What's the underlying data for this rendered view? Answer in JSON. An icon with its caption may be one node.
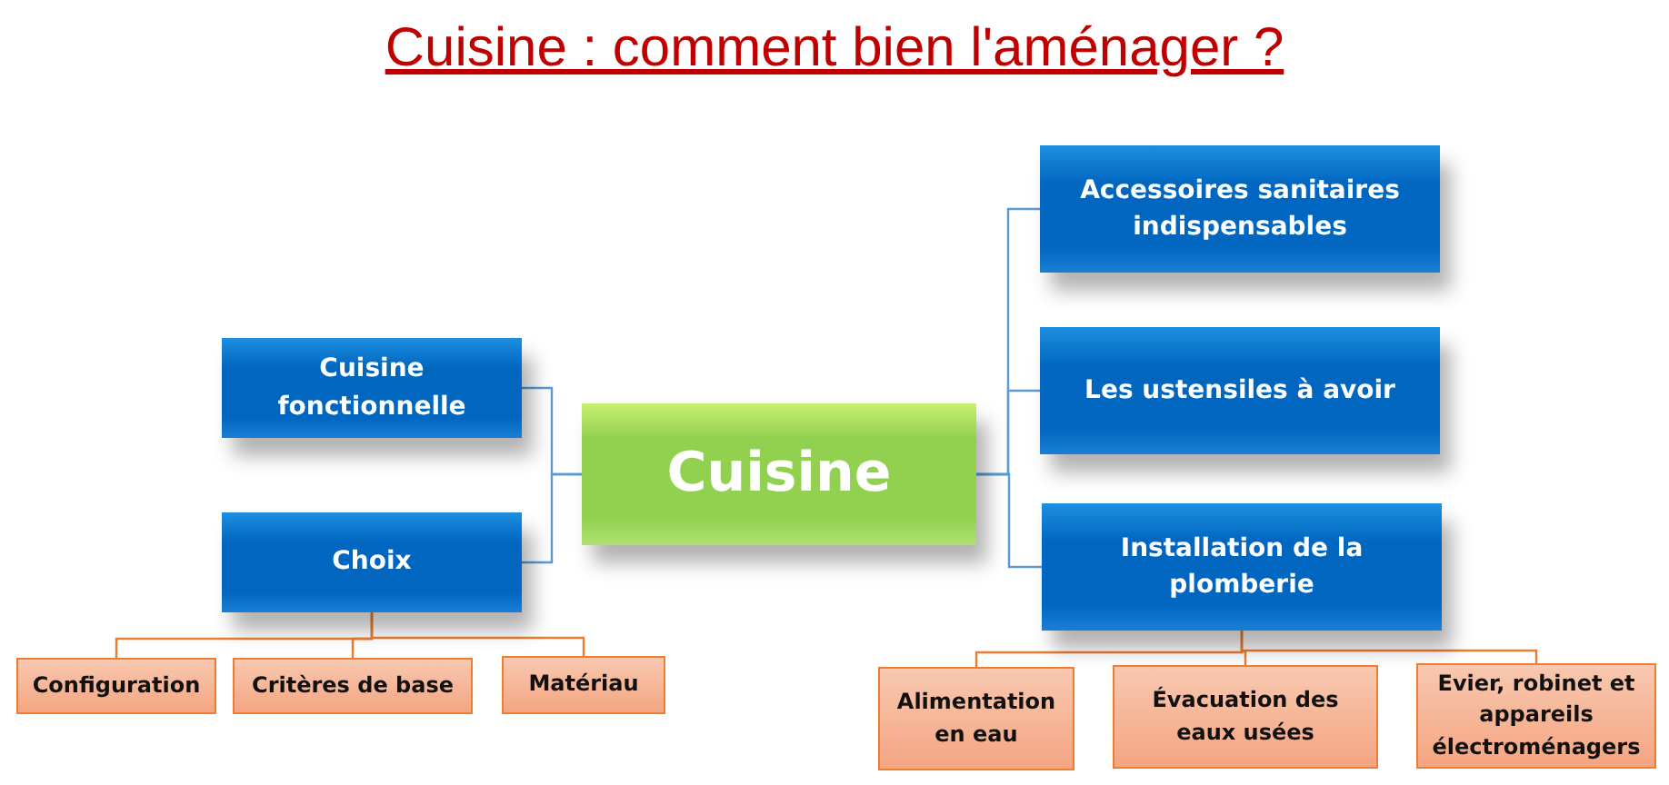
{
  "diagram": {
    "title": "Cuisine : comment bien l'aménager ?",
    "nodes": [
      {
        "text": [
          "Cuisine"
        ]
      },
      {
        "text": [
          "Cuisine fonctionnelle"
        ]
      },
      {
        "text": [
          "Choix"
        ]
      },
      {
        "text": [
          "Configuration"
        ]
      },
      {
        "text": [
          "Critères de base"
        ]
      },
      {
        "text": [
          "Matériau"
        ]
      },
      {
        "text": [
          "Accessoires sanitaires indispensables"
        ]
      },
      {
        "text": [
          "Les ustensiles à avoir"
        ]
      },
      {
        "text": [
          "Installation de la plomberie"
        ]
      },
      {
        "text": [
          "Alimentation en eau"
        ]
      },
      {
        "text": [
          "Évacuation des eaux usées"
        ]
      },
      {
        "text": [
          "Evier, robinet et appareils électroménagers"
        ]
      }
    ],
    "edges": [
      {
        "from": 0,
        "to": 1,
        "arrow": "none",
        "color": "#5b9bd5"
      },
      {
        "from": 0,
        "to": 2,
        "arrow": "none",
        "color": "#5b9bd5"
      },
      {
        "from": 2,
        "to": 3,
        "arrow": "none"
      },
      {
        "from": 2,
        "to": 4,
        "arrow": "none"
      },
      {
        "from": 2,
        "to": 5,
        "arrow": "none"
      },
      {
        "from": 0,
        "to": 6,
        "arrow": "none",
        "color": "#5b9bd5"
      },
      {
        "from": 0,
        "to": 7,
        "arrow": "none",
        "color": "#5b9bd5"
      },
      {
        "from": 0,
        "to": 8,
        "arrow": "none",
        "color": "#5b9bd5"
      },
      {
        "from": 8,
        "to": 9,
        "arrow": "none"
      },
      {
        "from": 8,
        "to": 10,
        "arrow": "none"
      },
      {
        "from": 8,
        "to": 11,
        "arrow": "none"
      }
    ]
  }
}
